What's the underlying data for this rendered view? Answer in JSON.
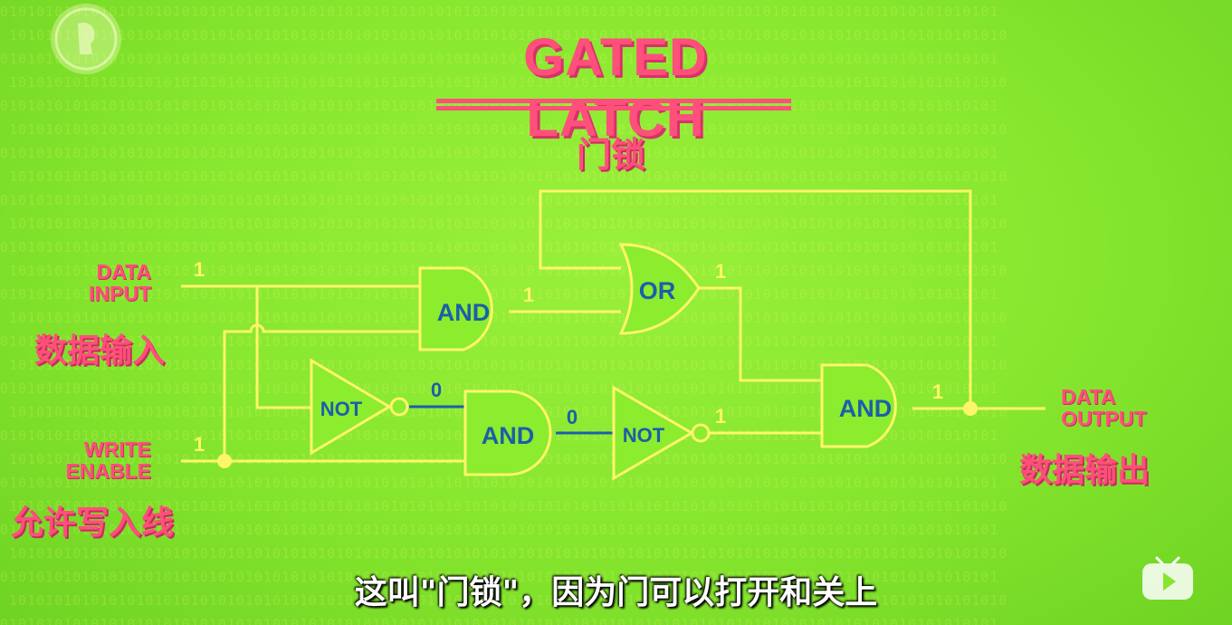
{
  "title": "GATED LATCH",
  "subtitle_zh": "门锁",
  "inputs": {
    "data_input": {
      "label_line1": "DATA",
      "label_line2": "INPUT",
      "label_zh": "数据输入",
      "value": "1"
    },
    "write_enable": {
      "label_line1": "WRITE",
      "label_line2": "ENABLE",
      "label_zh": "允许写入线",
      "value": "1"
    }
  },
  "output": {
    "label_line1": "DATA",
    "label_line2": "OUTPUT",
    "label_zh": "数据输出",
    "value": "1"
  },
  "gates": {
    "and_top": "AND",
    "or": "OR",
    "not_left": "NOT",
    "and_middle": "AND",
    "not_right": "NOT",
    "and_right": "AND"
  },
  "signals": {
    "and_top_out": "1",
    "or_out": "1",
    "not_left_out": "0",
    "and_middle_out": "0",
    "not_right_out": "1"
  },
  "caption": "这叫\"门锁\"，因为门可以打开和关上",
  "colors": {
    "background": "#86e62e",
    "wire": "#fff56b",
    "wire_low": "#1b5fa8",
    "gate_fill": "#8cec2e",
    "gate_text": "#1b5fa8",
    "label": "#ff4f7b"
  }
}
